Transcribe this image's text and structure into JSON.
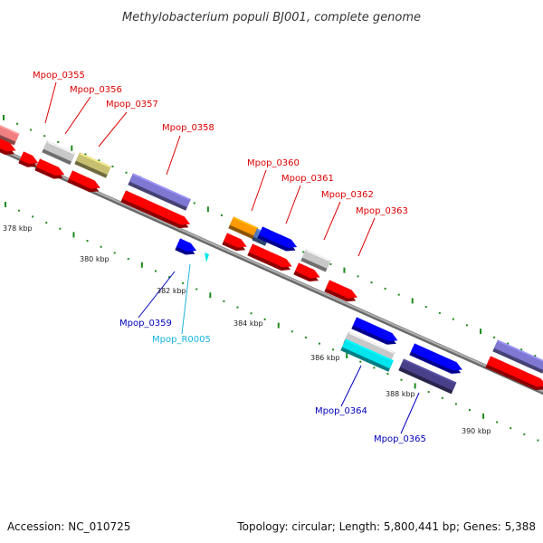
{
  "title": "Methylobacterium populi BJ001, complete genome",
  "footer": {
    "accession": "Accession: NC_010725",
    "topology": "Topology: circular; Length: 5,800,441 bp; Genes: 5,388"
  },
  "colors": {
    "cds": "#ff0000",
    "pink": "#f08080",
    "grey": "#c8c8c8",
    "olive": "#c8c070",
    "purple": "#7e78d2",
    "orange": "#ff9900",
    "steel": "#4f78c0",
    "blue": "#0000ff",
    "cyan": "#00e5ee",
    "navy": "#48418a",
    "tick": "#1c8a1c",
    "backbone": "#8a8a8a",
    "label_red": "#dd0000",
    "label_blue": "#0000bb",
    "label_cyan": "#18b4dc"
  },
  "scale_labels": [
    "378 kbp",
    "380 kbp",
    "382 kbp",
    "384 kbp",
    "386 kbp",
    "388 kbp",
    "390 kbp"
  ],
  "gene_labels": [
    "Mpop_0355",
    "Mpop_0356",
    "Mpop_0357",
    "Mpop_0358",
    "Mpop_0360",
    "Mpop_0361",
    "Mpop_0362",
    "Mpop_0363",
    "Mpop_0359",
    "Mpop_R0005",
    "Mpop_0364",
    "Mpop_0365"
  ]
}
